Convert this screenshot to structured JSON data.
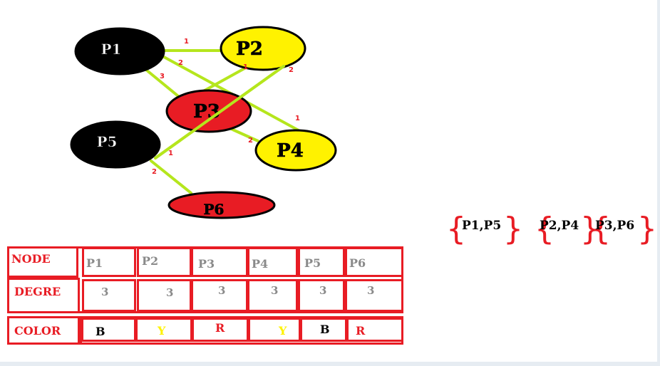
{
  "graph": {
    "nodes": [
      {
        "id": "p1",
        "label": "P1",
        "fill": "#000000",
        "text_color": "#ffffff"
      },
      {
        "id": "p2",
        "label": "P2",
        "fill": "#fff200",
        "text_color": "#000000"
      },
      {
        "id": "p3",
        "label": "P3",
        "fill": "#e81c24",
        "text_color": "#000000"
      },
      {
        "id": "p4",
        "label": "P4",
        "fill": "#fff200",
        "text_color": "#000000"
      },
      {
        "id": "p5",
        "label": "P5",
        "fill": "#000000",
        "text_color": "#ffffff"
      },
      {
        "id": "p6",
        "label": "P6",
        "fill": "#e81c24",
        "text_color": "#000000"
      }
    ],
    "edges": [
      {
        "from": "p1",
        "to": "p2",
        "labels": [
          "1"
        ]
      },
      {
        "from": "p1",
        "to": "p4",
        "labels": [
          "2",
          "1"
        ]
      },
      {
        "from": "p1",
        "to": "p3",
        "labels": [
          "3"
        ]
      },
      {
        "from": "p2",
        "to": "p3",
        "labels": [
          "1"
        ]
      },
      {
        "from": "p2",
        "to": "p5",
        "labels": [
          "2",
          "1"
        ]
      },
      {
        "from": "p3",
        "to": "p4",
        "labels": [
          "2"
        ]
      },
      {
        "from": "p5",
        "to": "p6",
        "labels": [
          "2"
        ]
      }
    ],
    "edge_color": "#b5e61d"
  },
  "groups": [
    {
      "text": "P1,P5"
    },
    {
      "text": "P2,P4"
    },
    {
      "text": "P3,P6"
    }
  ],
  "table": {
    "headers": {
      "node": "NODE",
      "degree": "DEGRE",
      "color": "COLOR"
    },
    "nodes": [
      "P1",
      "P2",
      "P3",
      "P4",
      "P5",
      "P6"
    ],
    "degrees": [
      "3",
      "3",
      "3",
      "3",
      "3",
      "3"
    ],
    "colors": [
      {
        "letter": "B",
        "hex": "#000000"
      },
      {
        "letter": "Y",
        "hex": "#fff200"
      },
      {
        "letter": "R",
        "hex": "#e81c24"
      },
      {
        "letter": "Y",
        "hex": "#fff200"
      },
      {
        "letter": "B",
        "hex": "#000000"
      },
      {
        "letter": "R",
        "hex": "#e81c24"
      }
    ]
  }
}
